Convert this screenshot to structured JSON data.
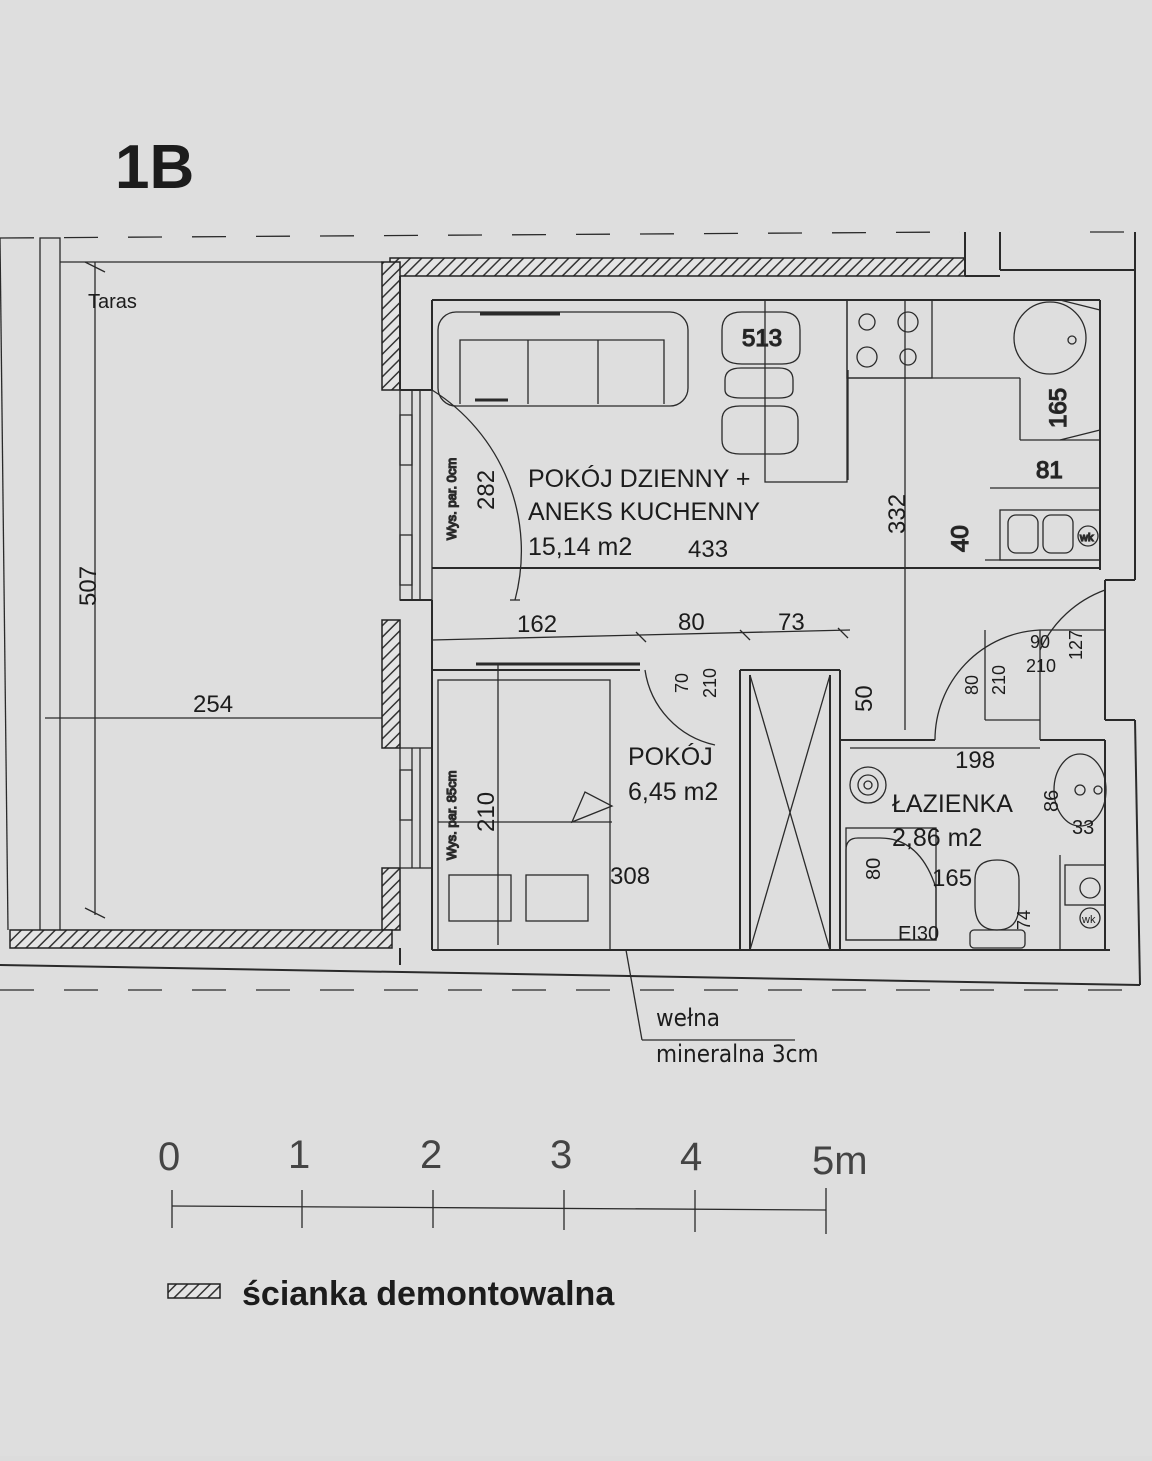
{
  "plan": {
    "title": "1B",
    "terrace_label": "Taras",
    "rooms": [
      {
        "id": "living",
        "name_line1": "POKÓJ DZIENNY +",
        "name_line2": "ANEKS KUCHENNY",
        "area": "15,14 m2"
      },
      {
        "id": "bedroom",
        "name_line1": "POKÓJ",
        "area": "6,45 m2"
      },
      {
        "id": "bathroom",
        "name_line1": "ŁAZIENKA",
        "area": "2,86 m2"
      }
    ],
    "dimensions": {
      "terrace_height": "507",
      "terrace_width": "254",
      "living_top": "513",
      "living_window_height": "282",
      "living_width": "433",
      "living_height": "332",
      "kitchen_depth": "165",
      "sink_width": "81",
      "sink_depth": "40",
      "bed_width": "162",
      "door_width": "80",
      "closet_width": "73",
      "door_bedroom_w": "70",
      "door_bedroom_h": "210",
      "door_bathroom_w": "80",
      "door_bathroom_h": "210",
      "door_entry_w": "90",
      "door_entry_h": "210",
      "entry_side": "127",
      "wall_50": "50",
      "bathroom_width": "198",
      "bedroom_window_height": "210",
      "bedroom_length": "308",
      "shower_width": "165",
      "shower_depth": "80",
      "washbasin": "86",
      "wm": "33",
      "toilet": "74"
    },
    "window_notes": {
      "living": "Wys. par. 0cm",
      "bedroom": "Wys. par. 85cm"
    },
    "fixture_labels": {
      "shower_tag": "EI30",
      "wk_1": "wk",
      "wk_2": "wk"
    },
    "insulation_note_line1": "wełna",
    "insulation_note_line2": "mineralna 3cm"
  },
  "scale": {
    "ticks": [
      "0",
      "1",
      "2",
      "3",
      "4",
      "5m"
    ]
  },
  "legend": {
    "label": "ścianka demontowalna"
  }
}
